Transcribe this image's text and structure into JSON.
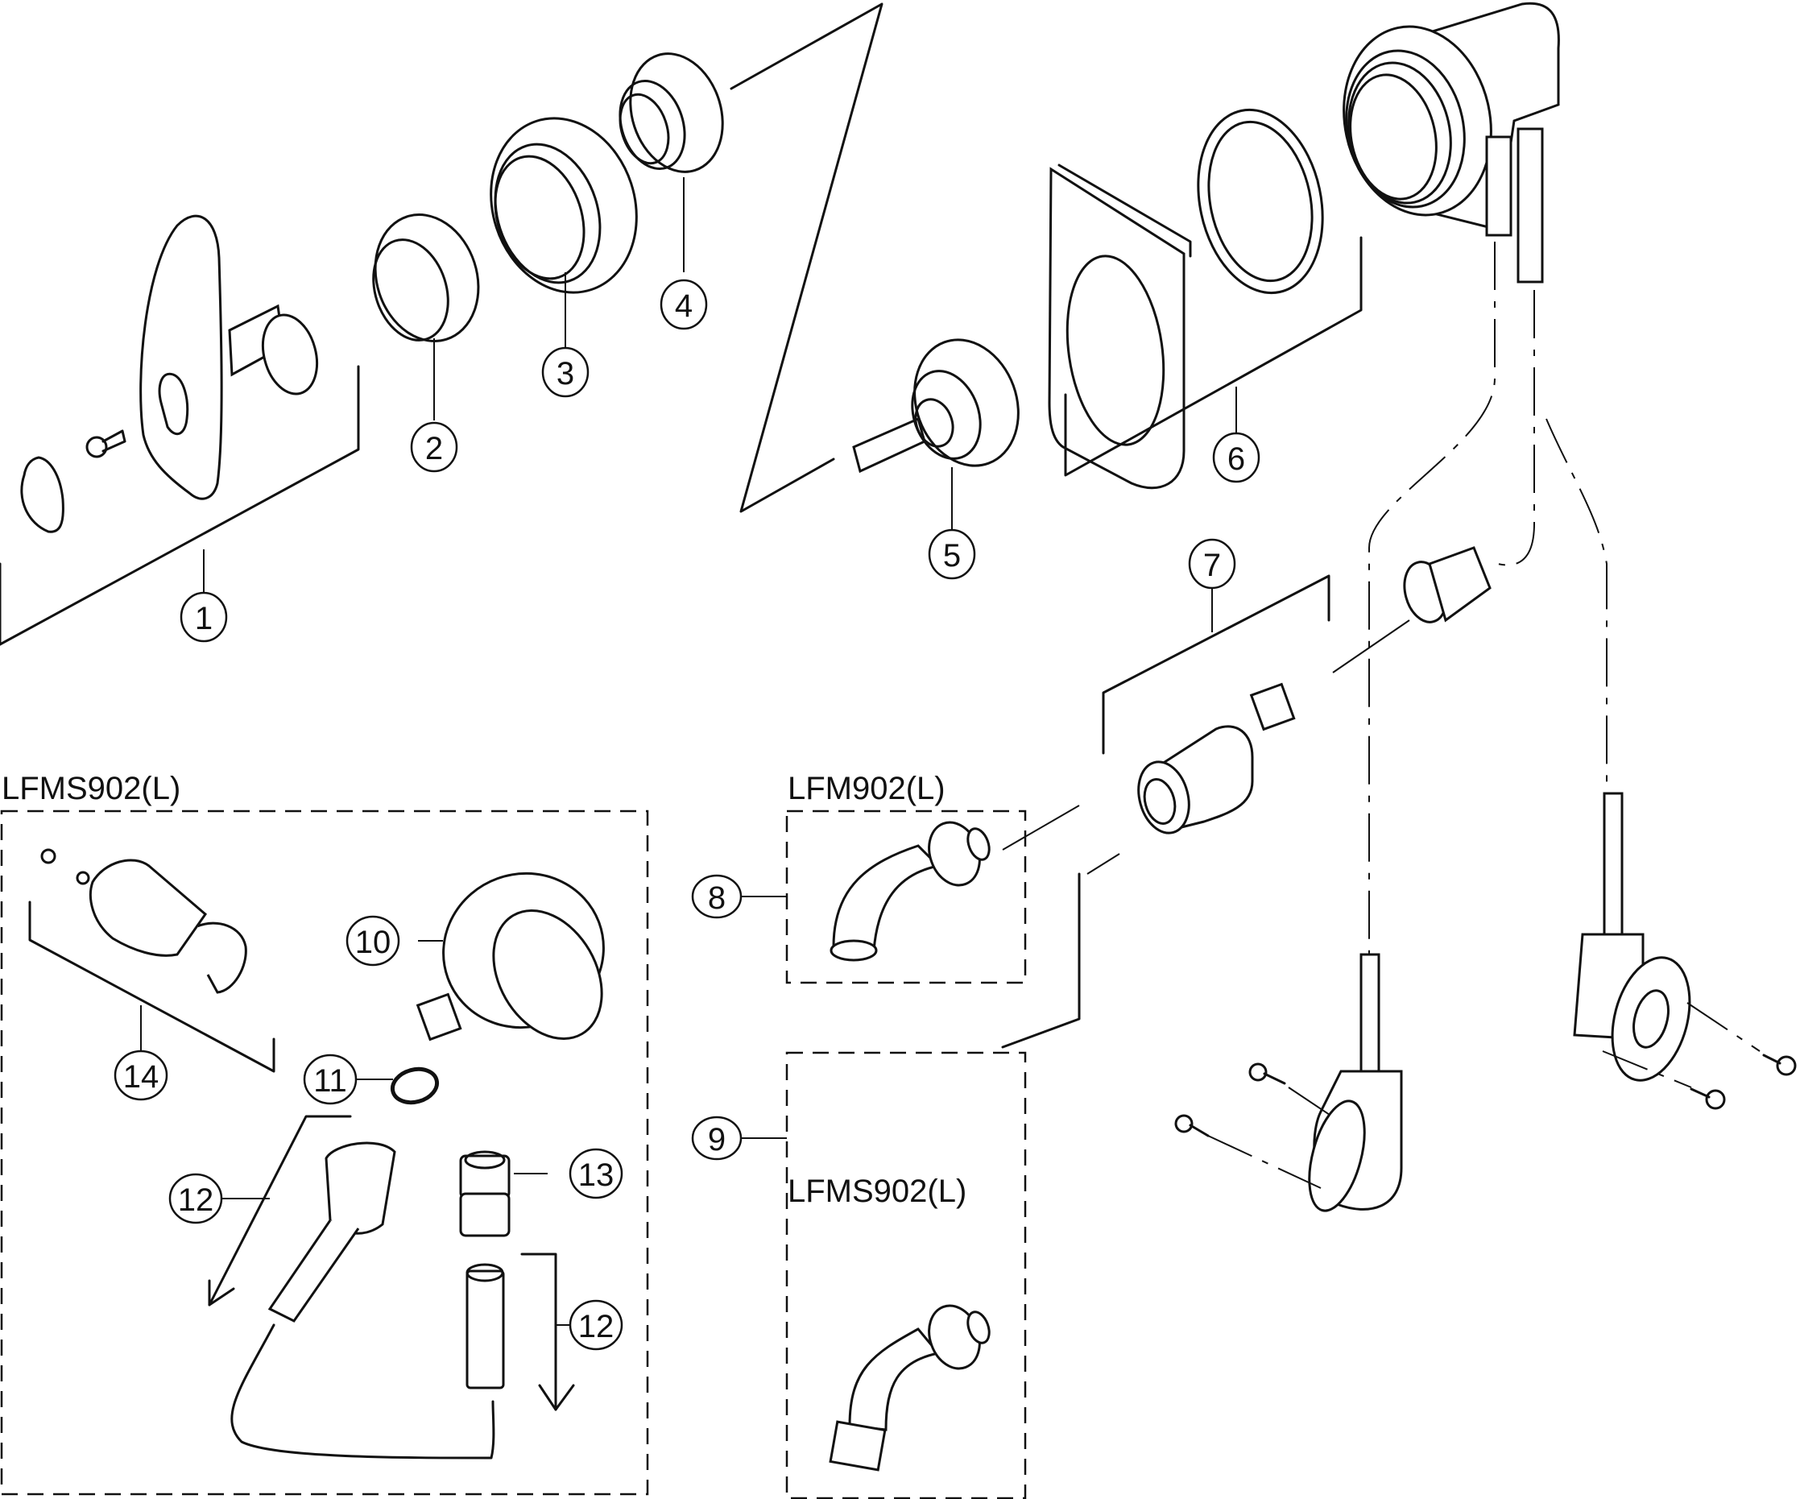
{
  "diagram": {
    "type": "exploded-parts-diagram",
    "subject": "shower mixing valve assembly",
    "colors": {
      "line": "#111111",
      "background": "#ffffff"
    },
    "callouts": [
      {
        "id": "c1",
        "number": "1"
      },
      {
        "id": "c2",
        "number": "2"
      },
      {
        "id": "c3",
        "number": "3"
      },
      {
        "id": "c4",
        "number": "4"
      },
      {
        "id": "c5",
        "number": "5"
      },
      {
        "id": "c6",
        "number": "6"
      },
      {
        "id": "c7",
        "number": "7"
      },
      {
        "id": "c8",
        "number": "8"
      },
      {
        "id": "c9",
        "number": "9"
      },
      {
        "id": "c10",
        "number": "10"
      },
      {
        "id": "c11",
        "number": "11"
      },
      {
        "id": "c12a",
        "number": "12"
      },
      {
        "id": "c12b",
        "number": "12"
      },
      {
        "id": "c13",
        "number": "13"
      },
      {
        "id": "c14",
        "number": "14"
      }
    ],
    "groups": [
      {
        "id": "g-shower-set",
        "label": "LFMS902(L)",
        "contains": [
          "10",
          "11",
          "12",
          "13",
          "14"
        ]
      },
      {
        "id": "g-spout-lfm",
        "label": "LFM902(L)",
        "contains": [
          "8"
        ]
      },
      {
        "id": "g-spout-lfms",
        "label": "LFMS902(L)",
        "contains": [
          "9"
        ]
      }
    ],
    "parts": [
      {
        "name": "handle-cap"
      },
      {
        "name": "handle-screw"
      },
      {
        "name": "lever-handle-with-escutcheon"
      },
      {
        "name": "trim-ring"
      },
      {
        "name": "bonnet-nut"
      },
      {
        "name": "bushing-nut"
      },
      {
        "name": "cartridge"
      },
      {
        "name": "mounting-plate-and-gasket"
      },
      {
        "name": "spout-adapter-and-check-valve"
      },
      {
        "name": "valve-body"
      },
      {
        "name": "spout-elbow"
      },
      {
        "name": "spout-elbow-threaded"
      },
      {
        "name": "hand-shower-head"
      },
      {
        "name": "o-ring"
      },
      {
        "name": "hose"
      },
      {
        "name": "hose-connector"
      },
      {
        "name": "wall-bracket"
      },
      {
        "name": "supply-elbow-left"
      },
      {
        "name": "supply-elbow-right"
      }
    ]
  }
}
